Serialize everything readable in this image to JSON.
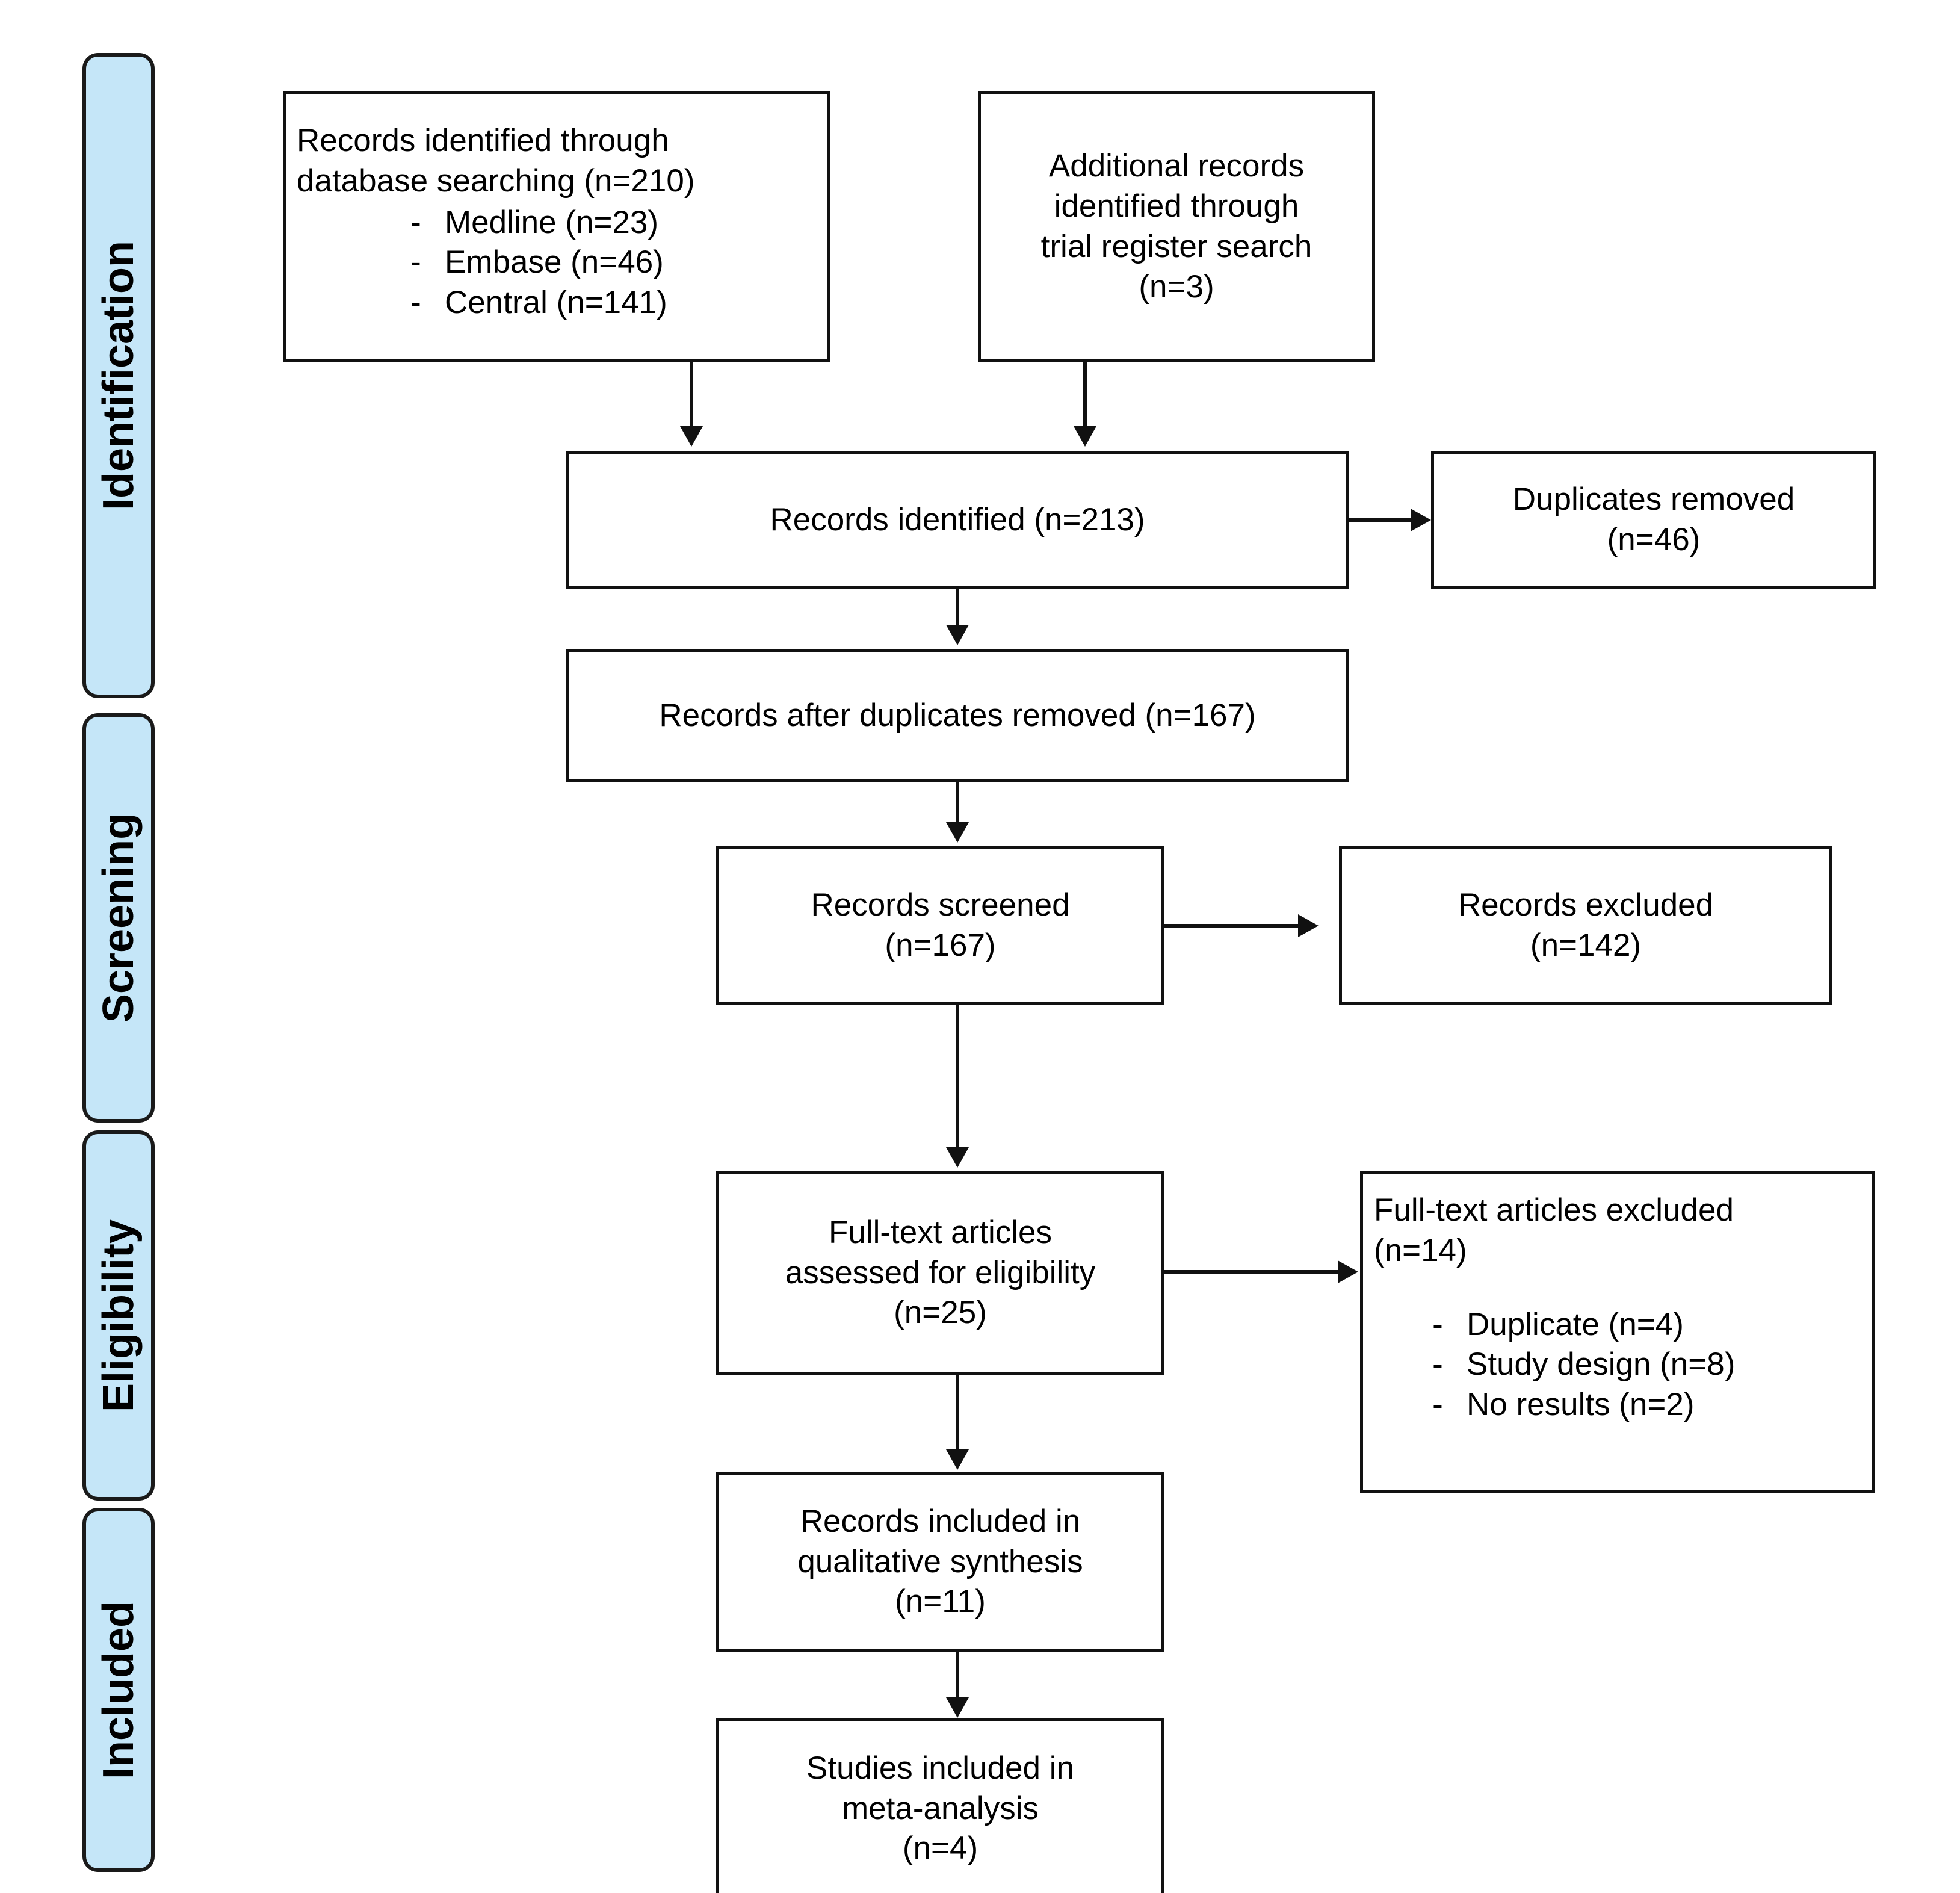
{
  "diagram": {
    "title": "PRISMA study selection flow diagram",
    "accent_color": "#c5e6f8",
    "border_color": "#111111",
    "background_color": "#ffffff"
  },
  "stages": [
    {
      "label": "Identification"
    },
    {
      "label": "Screening"
    },
    {
      "label": "Eligibility"
    },
    {
      "label": "Included"
    }
  ],
  "boxes": {
    "database_search": {
      "lines": [
        "Records identified through",
        "database searching (n=210)"
      ],
      "bullets": [
        {
          "dash": "-",
          "text": "Medline (n=23)"
        },
        {
          "dash": "-",
          "text": "Embase (n=46)"
        },
        {
          "dash": "-",
          "text": "Central (n=141)"
        }
      ]
    },
    "trial_register": {
      "lines": [
        "Additional records",
        "identified through",
        "trial register search",
        "(n=3)"
      ]
    },
    "records_identified": {
      "lines": [
        "Records identified (n=213)"
      ]
    },
    "duplicates_removed": {
      "lines": [
        "Duplicates removed",
        "(n=46)"
      ]
    },
    "after_duplicates": {
      "lines": [
        "Records after duplicates removed (n=167)"
      ]
    },
    "records_screened": {
      "lines": [
        "Records screened",
        "(n=167)"
      ]
    },
    "records_excluded": {
      "lines": [
        "Records excluded",
        "(n=142)"
      ]
    },
    "fulltext_assessed": {
      "lines": [
        "Full-text articles",
        "assessed for eligibility",
        "(n=25)"
      ]
    },
    "fulltext_excluded": {
      "lines": [
        "Full-text articles excluded",
        "(n=14)"
      ],
      "bullets": [
        {
          "dash": "-",
          "text": "Duplicate (n=4)"
        },
        {
          "dash": "-",
          "text": "Study design (n=8)"
        },
        {
          "dash": "-",
          "text": "No results (n=2)"
        }
      ]
    },
    "qualitative_synthesis": {
      "lines": [
        "Records included in",
        "qualitative synthesis",
        "(n=11)"
      ]
    },
    "meta_analysis": {
      "lines": [
        "Studies included in",
        "meta-analysis",
        "(n=4)"
      ]
    }
  },
  "chart_data": {
    "type": "diagram",
    "title": "PRISMA flow diagram",
    "nodes": [
      {
        "id": "database_search",
        "label": "Records identified through database searching",
        "n": 210,
        "breakdown": [
          {
            "source": "Medline",
            "n": 23
          },
          {
            "source": "Embase",
            "n": 46
          },
          {
            "source": "Central",
            "n": 141
          }
        ],
        "stage": "Identification"
      },
      {
        "id": "trial_register",
        "label": "Additional records identified through trial register search",
        "n": 3,
        "stage": "Identification"
      },
      {
        "id": "records_identified",
        "label": "Records identified",
        "n": 213,
        "stage": "Identification"
      },
      {
        "id": "duplicates_removed",
        "label": "Duplicates removed",
        "n": 46,
        "stage": "Identification"
      },
      {
        "id": "after_duplicates",
        "label": "Records after duplicates removed",
        "n": 167,
        "stage": "Screening"
      },
      {
        "id": "records_screened",
        "label": "Records screened",
        "n": 167,
        "stage": "Screening"
      },
      {
        "id": "records_excluded",
        "label": "Records excluded",
        "n": 142,
        "stage": "Screening"
      },
      {
        "id": "fulltext_assessed",
        "label": "Full-text articles assessed for eligibility",
        "n": 25,
        "stage": "Eligibility"
      },
      {
        "id": "fulltext_excluded",
        "label": "Full-text articles excluded",
        "n": 14,
        "breakdown": [
          {
            "reason": "Duplicate",
            "n": 4
          },
          {
            "reason": "Study design",
            "n": 8
          },
          {
            "reason": "No results",
            "n": 2
          }
        ],
        "stage": "Eligibility"
      },
      {
        "id": "qualitative_synthesis",
        "label": "Records included in qualitative synthesis",
        "n": 11,
        "stage": "Included"
      },
      {
        "id": "meta_analysis",
        "label": "Studies included in meta-analysis",
        "n": 4,
        "stage": "Included"
      }
    ],
    "edges": [
      {
        "from": "database_search",
        "to": "records_identified",
        "direction": "down"
      },
      {
        "from": "trial_register",
        "to": "records_identified",
        "direction": "down"
      },
      {
        "from": "records_identified",
        "to": "duplicates_removed",
        "direction": "right"
      },
      {
        "from": "records_identified",
        "to": "after_duplicates",
        "direction": "down"
      },
      {
        "from": "after_duplicates",
        "to": "records_screened",
        "direction": "down"
      },
      {
        "from": "records_screened",
        "to": "records_excluded",
        "direction": "right"
      },
      {
        "from": "records_screened",
        "to": "fulltext_assessed",
        "direction": "down"
      },
      {
        "from": "fulltext_assessed",
        "to": "fulltext_excluded",
        "direction": "right"
      },
      {
        "from": "fulltext_assessed",
        "to": "qualitative_synthesis",
        "direction": "down"
      },
      {
        "from": "qualitative_synthesis",
        "to": "meta_analysis",
        "direction": "down"
      }
    ]
  }
}
